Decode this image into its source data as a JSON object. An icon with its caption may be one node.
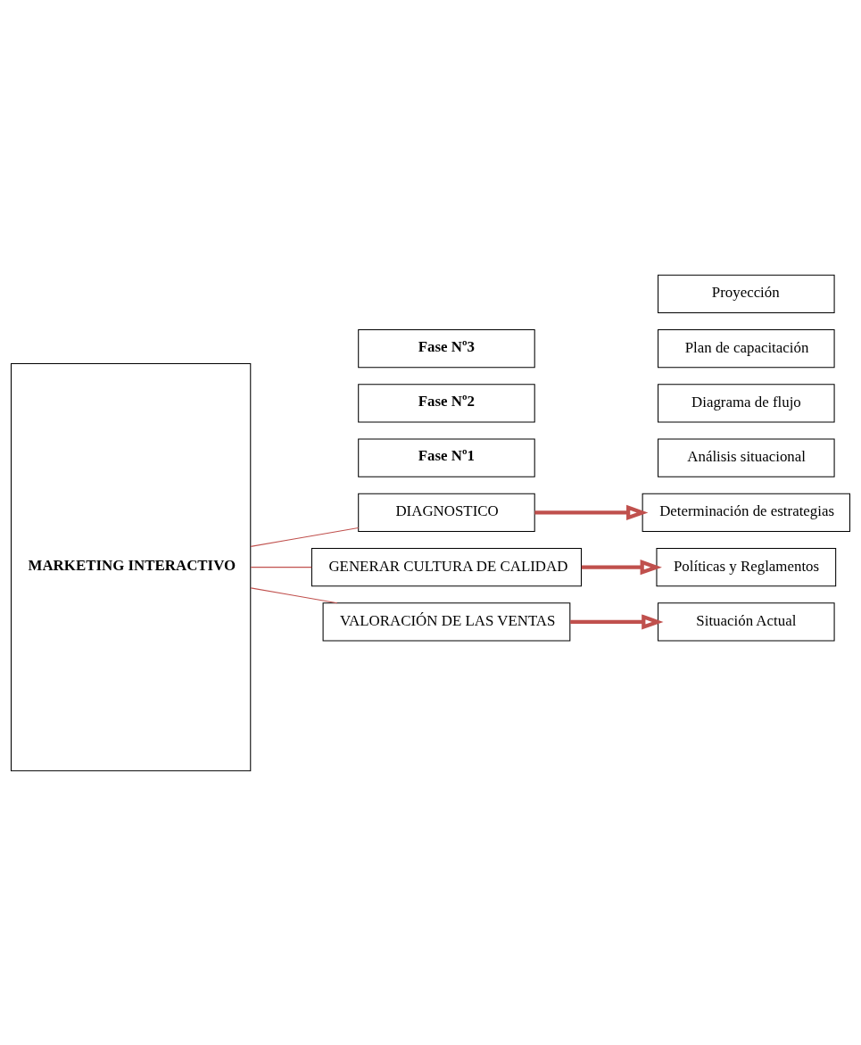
{
  "diagram": {
    "nodes": [
      {
        "text": [
          "MARKETING INTERACTIVO"
        ]
      },
      {
        "text": [
          "Fase Nº1"
        ]
      },
      {
        "text": [
          "DIAGNOSTICO"
        ]
      },
      {
        "text": [
          "Análisis situacional"
        ]
      },
      {
        "text": [
          "Determinación de estrategias"
        ]
      },
      {
        "text": [
          "Fase Nº2"
        ]
      },
      {
        "text": [
          "GENERAR CULTURA DE CALIDAD"
        ]
      },
      {
        "text": [
          "Diagrama de flujo"
        ]
      },
      {
        "text": [
          "Políticas y Reglamentos"
        ]
      },
      {
        "text": [
          "Plan de capacitación"
        ]
      },
      {
        "text": [
          "Fase Nº3"
        ]
      },
      {
        "text": [
          "VALORACIÓN DE LAS VENTAS"
        ]
      },
      {
        "text": [
          "Situación Actual"
        ]
      },
      {
        "text": [
          "Proyección"
        ]
      }
    ],
    "edges": [
      {
        "from": 0,
        "to": 2,
        "arrow": "none",
        "color": "#c0504d"
      },
      {
        "from": 0,
        "to": 6,
        "arrow": "none",
        "color": "#c0504d"
      },
      {
        "from": 0,
        "to": 11,
        "arrow": "none",
        "color": "#c0504d"
      },
      {
        "from": 2,
        "to": 4,
        "arrow": "to",
        "style": "thick",
        "color": "#c0504d"
      },
      {
        "from": 6,
        "to": 8,
        "arrow": "to",
        "style": "thick",
        "color": "#c0504d"
      },
      {
        "from": 11,
        "to": 12,
        "arrow": "to",
        "style": "thick",
        "color": "#c0504d"
      }
    ]
  }
}
